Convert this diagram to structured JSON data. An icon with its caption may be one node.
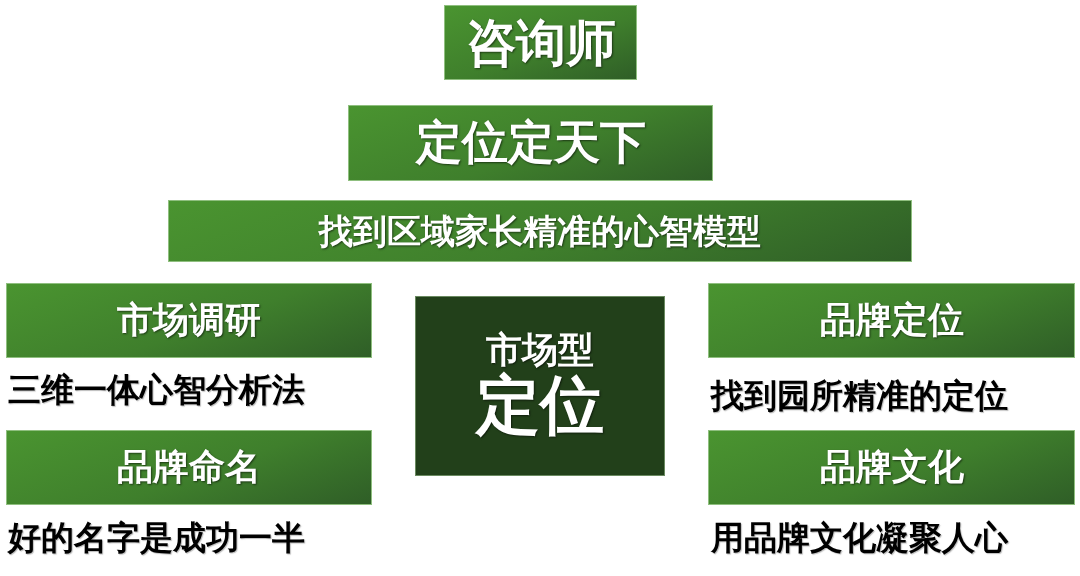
{
  "diagram": {
    "nodes": [
      {
        "text": [
          "咨询师"
        ]
      },
      {
        "text": [
          "定位定天下"
        ]
      },
      {
        "text": [
          "找到区域家长精准的心智模型"
        ]
      },
      {
        "text": [
          "市场调研"
        ],
        "beside": [
          "三维一体心智分析法"
        ]
      },
      {
        "text": [
          "市场型",
          "定位"
        ]
      },
      {
        "text": [
          "品牌定位"
        ],
        "beside": [
          "找到园所精准的定位"
        ]
      },
      {
        "text": [
          "品牌命名"
        ],
        "beside": [
          "好的名字是成功一半"
        ]
      },
      {
        "text": [
          "品牌文化"
        ],
        "beside": [
          "用品牌文化凝聚人心"
        ]
      }
    ],
    "edges": []
  }
}
